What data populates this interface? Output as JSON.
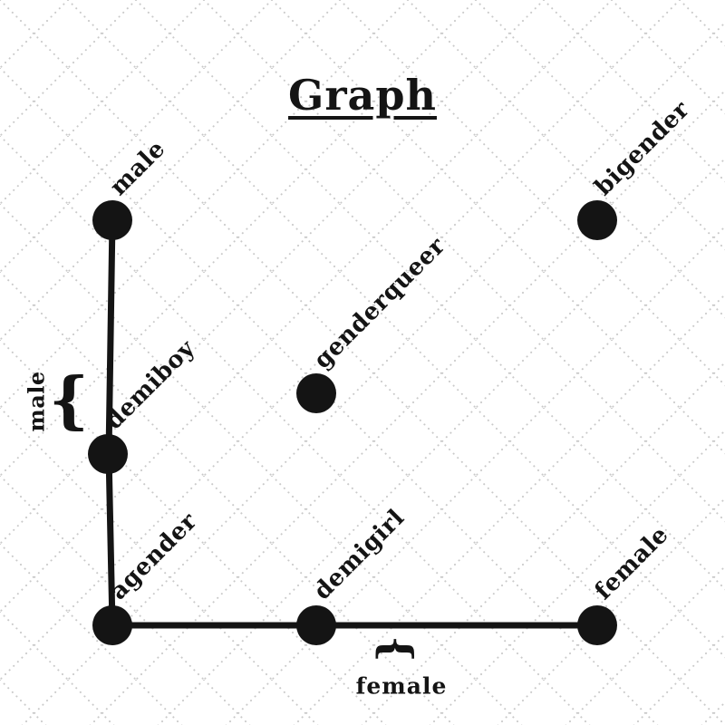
{
  "title": "Graph",
  "nodes": [
    {
      "id": "male",
      "label": "male"
    },
    {
      "id": "bigender",
      "label": "bigender"
    },
    {
      "id": "genderqueer",
      "label": "genderqueer"
    },
    {
      "id": "demiboy",
      "label": "demiboy"
    },
    {
      "id": "agender",
      "label": "agender"
    },
    {
      "id": "demigirl",
      "label": "demigirl"
    },
    {
      "id": "female",
      "label": "female"
    }
  ],
  "edges": [
    {
      "from": "male",
      "to": "demiboy"
    },
    {
      "from": "demiboy",
      "to": "agender"
    },
    {
      "from": "agender",
      "to": "demigirl"
    },
    {
      "from": "demigirl",
      "to": "female"
    }
  ],
  "annotations": {
    "left_brace": {
      "glyph": "{",
      "label": "male"
    },
    "bottom_brace": {
      "glyph": "{",
      "label": "female"
    }
  },
  "colors": {
    "ink": "#141414",
    "grid": "#c9c9c9",
    "background": "#ffffff"
  }
}
